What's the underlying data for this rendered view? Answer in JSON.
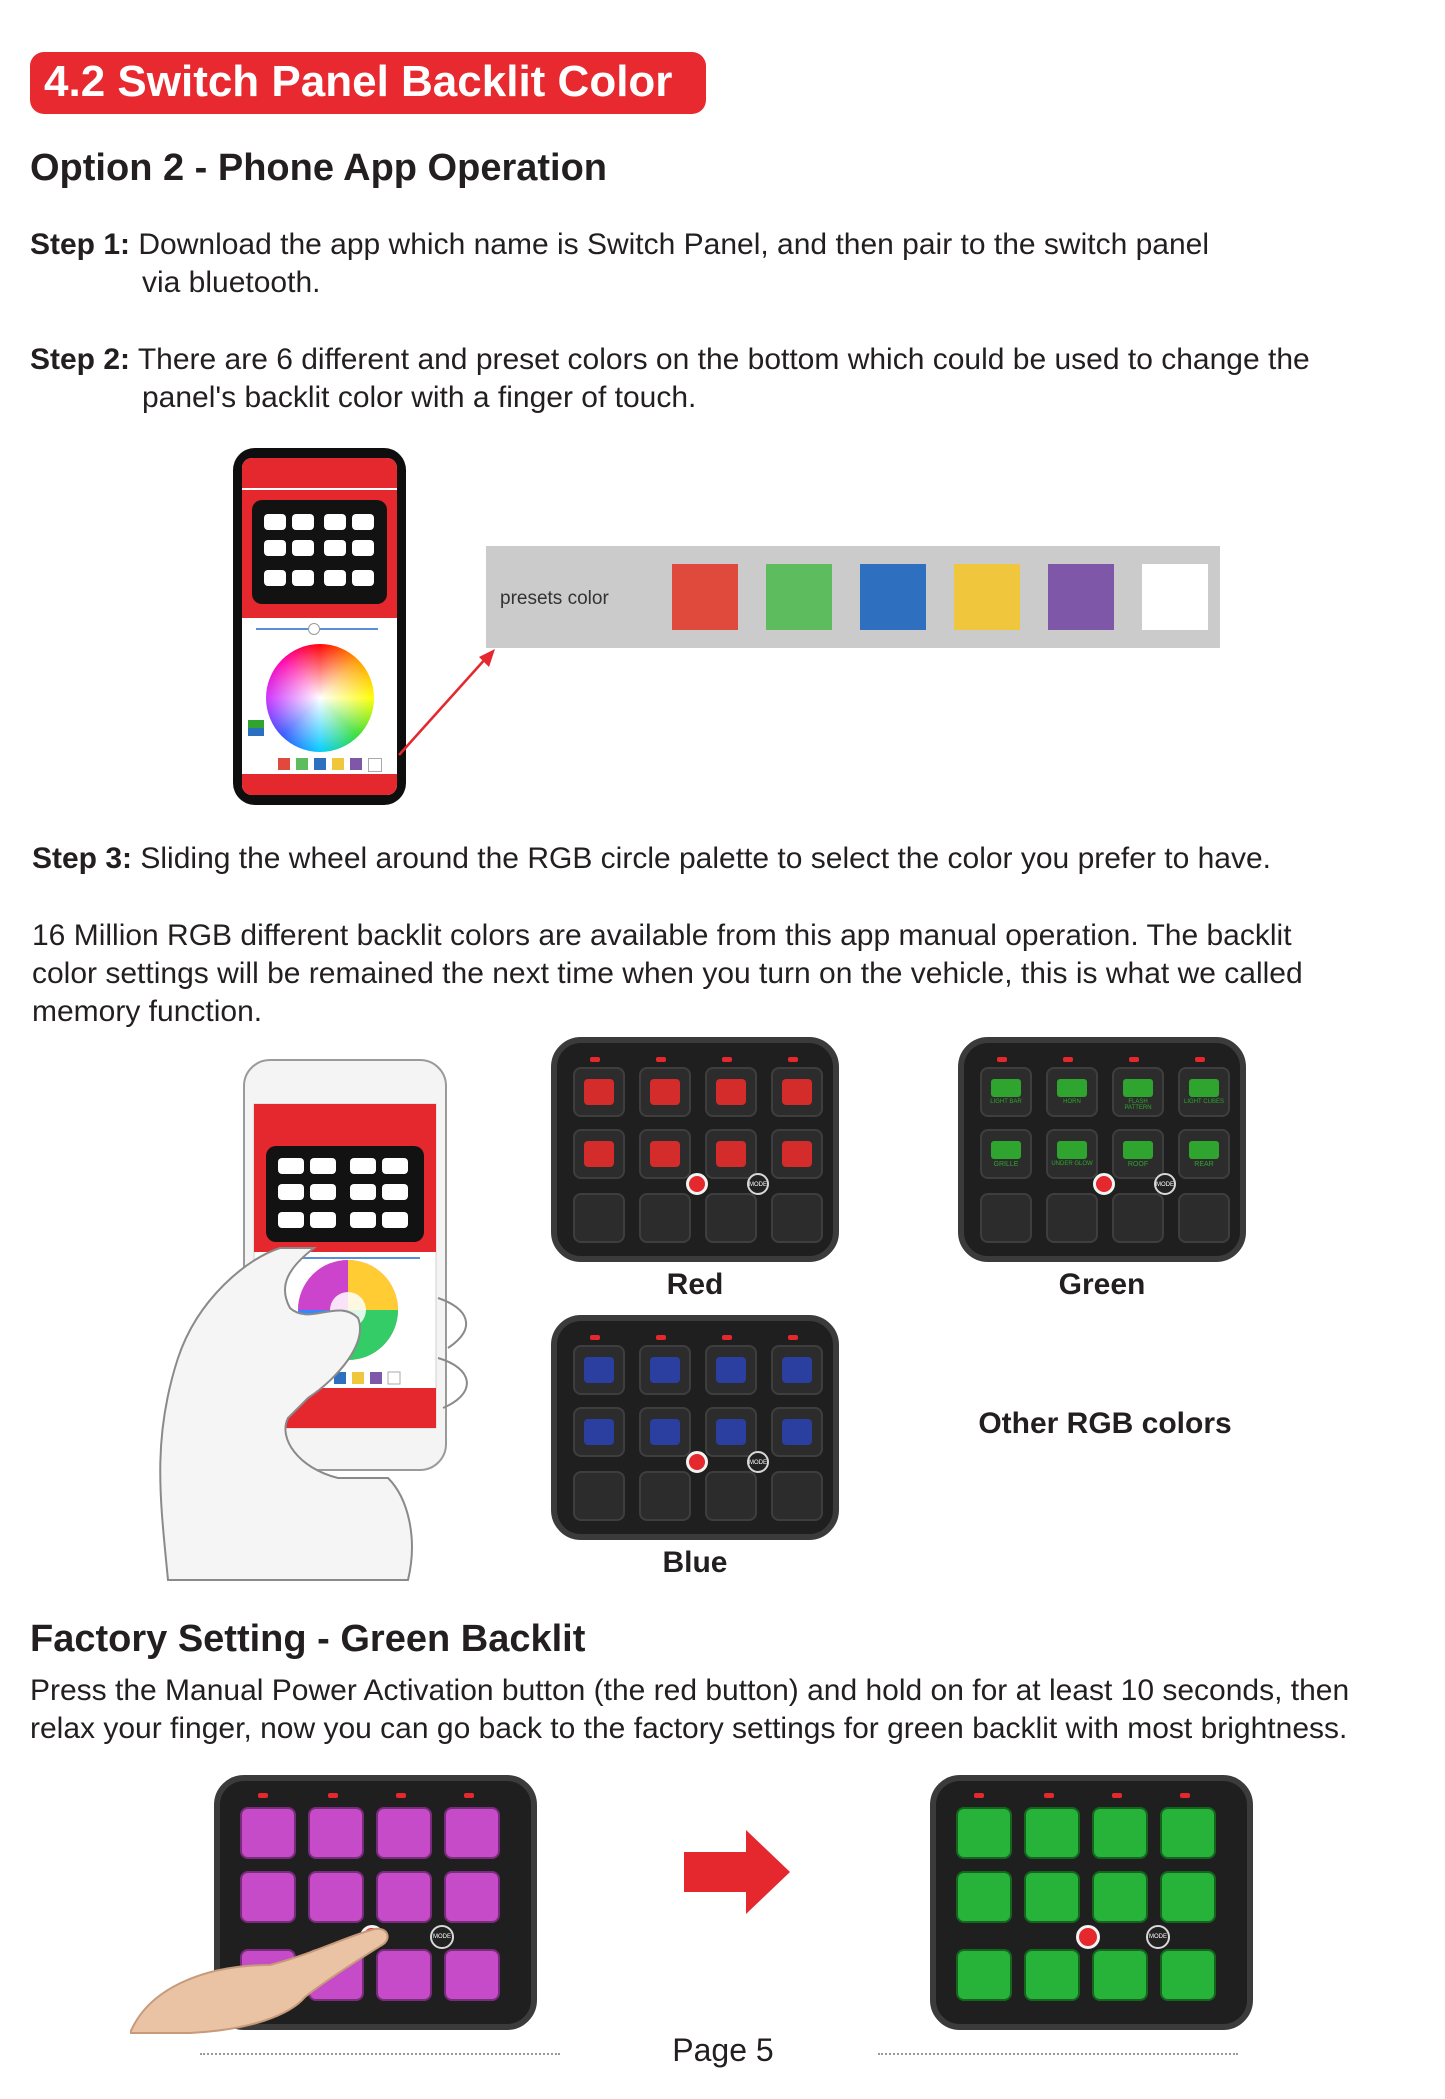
{
  "header": {
    "title": "4.2 Switch Panel Backlit Color"
  },
  "option_heading": "Option 2 - Phone App Operation",
  "steps": [
    {
      "label": "Step 1:",
      "line1": "Download the app which name is Switch Panel, and then pair to the switch panel",
      "line2": "via bluetooth."
    },
    {
      "label": "Step 2:",
      "line1": "There are 6 different and preset colors on the bottom which could be used to change the",
      "line2": "panel's backlit color with a finger of touch."
    },
    {
      "label": "Step 3:",
      "line1": "Sliding the wheel around the RGB circle palette to select the color you prefer to have."
    }
  ],
  "presets": {
    "label": "presets color",
    "colors": [
      "#e04a3c",
      "#5cbc5e",
      "#2f6fc0",
      "#efc63c",
      "#7e57a8",
      "#ffffff"
    ]
  },
  "memory_paragraph": {
    "line1": "16 Million RGB different backlit colors are available from this app manual operation. The backlit",
    "line2": "color settings will be remained the next time when you turn on the vehicle, this is what we called",
    "line3": "memory function."
  },
  "panel_captions": {
    "red": "Red",
    "green": "Green",
    "blue": "Blue",
    "other": "Other RGB colors"
  },
  "panel_icon_labels": {
    "green_top": [
      "LIGHT BAR",
      "HORN",
      "FLASH PATTERN",
      "LIGHT CUBES"
    ],
    "green_bottom": [
      "GRILLE",
      "UNDER GLOW",
      "ROOF",
      "REAR"
    ]
  },
  "mode_label": "MODE",
  "factory": {
    "heading": "Factory Setting - Green Backlit",
    "line1": "Press the Manual Power Activation button (the red button) and hold on for at least 10 seconds, then",
    "line2": "relax your finger, now you can go back to the factory settings for green backlit with most brightness."
  },
  "footer": {
    "page": "Page 5"
  },
  "colors": {
    "accent_red": "#e8292f",
    "backlit_red": "#d42b2b",
    "backlit_green": "#2fa52f",
    "backlit_blue": "#2a3fa0",
    "backlit_magenta": "#c64bc8",
    "factory_green": "#27b33a"
  }
}
